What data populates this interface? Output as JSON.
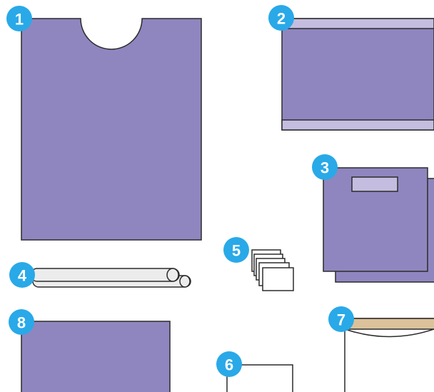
{
  "colors": {
    "drape_fill": "#8f86bf",
    "outline": "#2b2b2b",
    "strip_fill": "#c4bddf",
    "tube_fill": "#ececec",
    "badge_fill": "#29a9e8",
    "badge_text": "#ffffff",
    "tan_band": "#dcc29a",
    "white_fill": "#ffffff",
    "background": "#ffffff"
  },
  "items": [
    {
      "id": "drape-with-neck-cutout",
      "badge": "1"
    },
    {
      "id": "drape-with-end-strips",
      "badge": "2"
    },
    {
      "id": "drape-with-window-stack",
      "badge": "3"
    },
    {
      "id": "tubes",
      "badge": "4"
    },
    {
      "id": "card-stack",
      "badge": "5"
    },
    {
      "id": "white-sheet",
      "badge": "6"
    },
    {
      "id": "pouch-with-tan-band",
      "badge": "7"
    },
    {
      "id": "plain-drape",
      "badge": "8"
    }
  ]
}
